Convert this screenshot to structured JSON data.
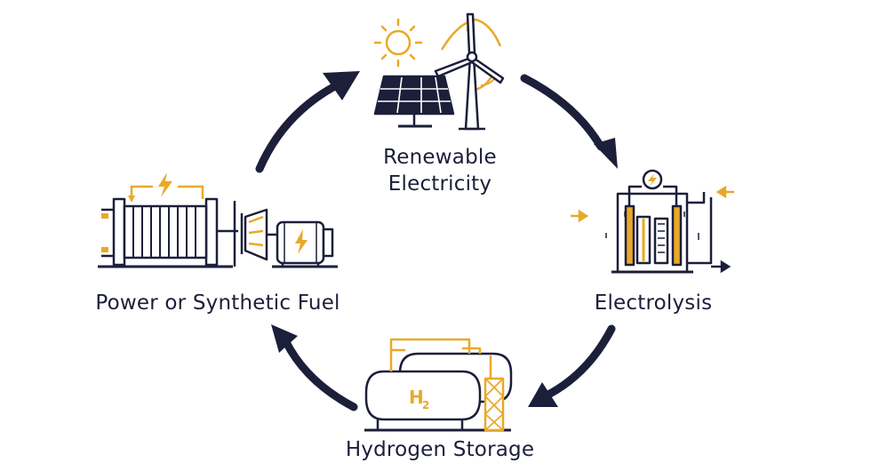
{
  "stages": {
    "renewable": {
      "line1": "Renewable",
      "line2": "Electricity"
    },
    "electrolysis": {
      "label": "Electrolysis"
    },
    "storage": {
      "label": "Hydrogen Storage",
      "tank_symbol": "H",
      "tank_subscript": "2"
    },
    "power": {
      "label": "Power or Synthetic Fuel"
    }
  },
  "colors": {
    "stroke": "#1c1f3a",
    "accent": "#e9a928",
    "background": "#ffffff"
  },
  "icons": [
    "sun-icon",
    "solar-panel-icon",
    "wind-turbine-icon",
    "electrolyzer-icon",
    "hydrogen-tank-icon",
    "fuel-cell-stack-icon",
    "turbine-generator-icon",
    "lightning-bolt-icon"
  ]
}
